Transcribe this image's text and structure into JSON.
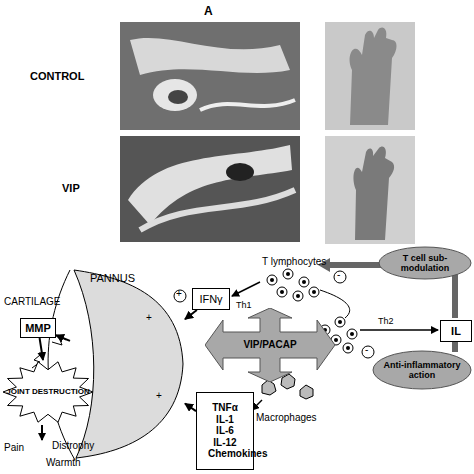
{
  "diagram": {
    "nodes": [
      {
        "text": [
          "PANNUS"
        ]
      },
      {
        "text": [
          "IFNγ"
        ]
      },
      {
        "text": [
          "MMP"
        ]
      },
      {
        "text": [
          "T cell sub- modulation"
        ]
      },
      {
        "text": [
          "VIP/PACAP"
        ]
      },
      {
        "text": [
          "IL"
        ]
      },
      {
        "text": [
          "Anti-inflammatory action"
        ]
      },
      {
        "text": [
          "JOINT DESTRUCTION"
        ]
      },
      {
        "text": [
          "TNFα IL-1 IL-6 IL-12 Chemokines"
        ]
      }
    ],
    "edges": [
      {
        "from": 1,
        "to": 0,
        "arrow": "to"
      },
      {
        "from": 8,
        "to": 0,
        "arrow": "to"
      },
      {
        "from": 0,
        "to": 2,
        "arrow": "to"
      },
      {
        "from": 2,
        "to": 7,
        "arrow": "to"
      }
    ],
    "labels": [
      "A",
      "CONTROL",
      "VIP",
      "CARTILAGE",
      "Th1",
      "T lymphocytes",
      "Th2",
      "Macrophages",
      "Pain",
      "Distrophy",
      "Warmth",
      "+",
      "+",
      "+",
      "-",
      "-"
    ]
  }
}
